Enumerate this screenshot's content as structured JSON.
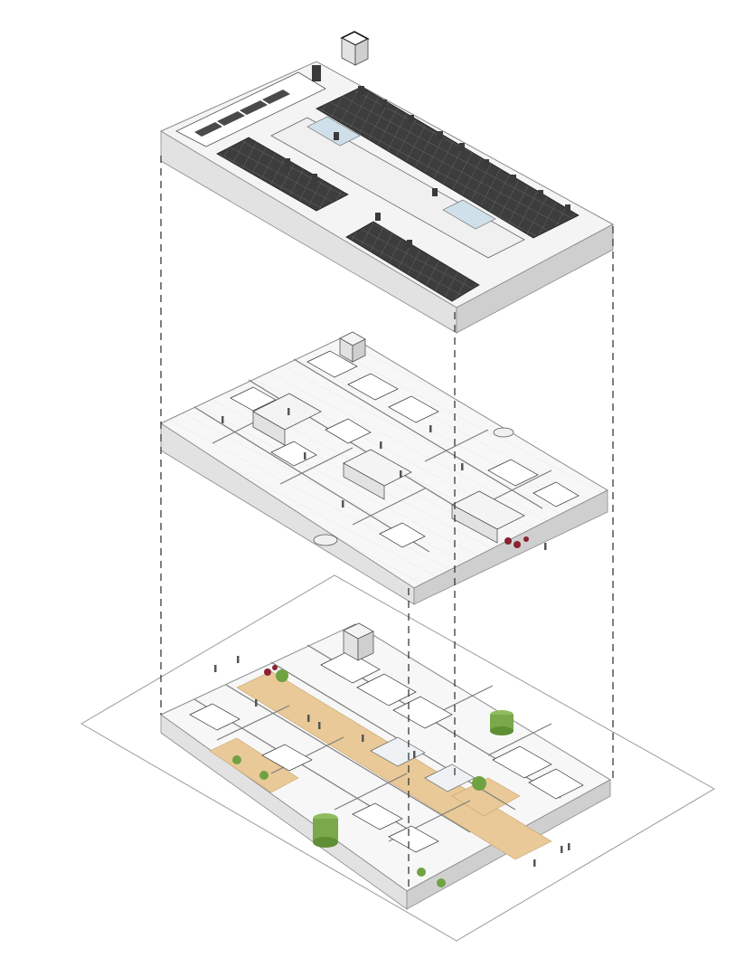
{
  "diagram": {
    "kind": "exploded-axonometric",
    "levels": [
      {
        "name": "roof",
        "has_solar_panels": true,
        "has_skylights": true
      },
      {
        "name": "upper-floor",
        "has_workstations": true,
        "has_people": true
      },
      {
        "name": "ground-floor",
        "has_workstations": true,
        "has_people": true,
        "has_plants": true,
        "has_timber_floor": true
      }
    ],
    "connector_style": "dashed",
    "connector_count": 4
  },
  "colors": {
    "background": "#ffffff",
    "wall_top": "#f4f4f4",
    "wall_left": "#e2e2e2",
    "wall_right": "#cfcfcf",
    "floor": "#f7f7f7",
    "solar_panel": "#3d3d3d",
    "skylight": "#cfe0ea",
    "timber_floor": "#e9c998",
    "plant": "#6fa341",
    "accent_red": "#8a2233",
    "line": "#2a2a2a",
    "people": "#555555"
  }
}
